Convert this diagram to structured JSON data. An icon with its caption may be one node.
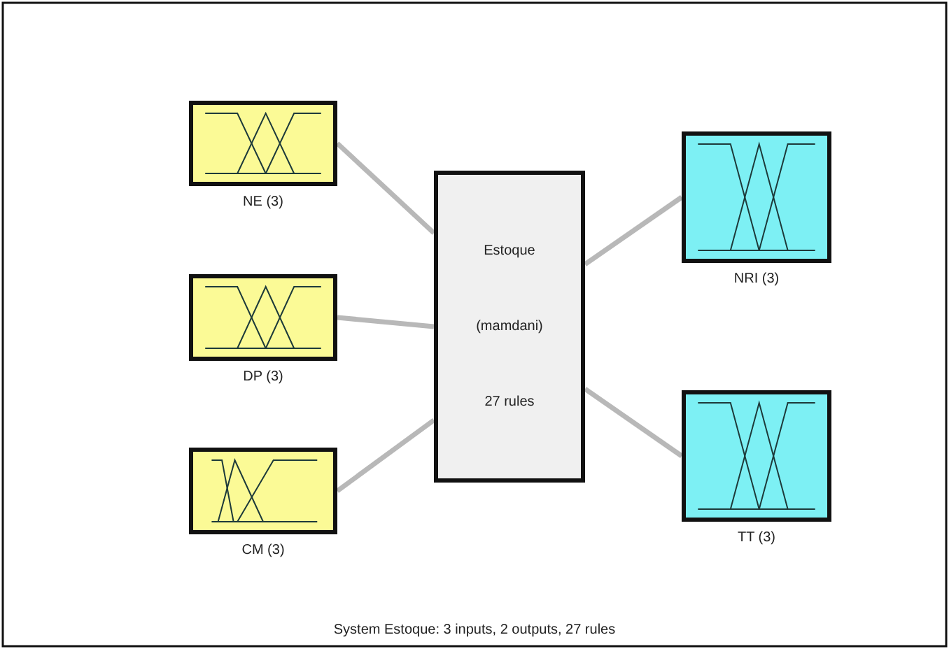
{
  "diagram": {
    "caption": "System Estoque: 3 inputs, 2 outputs, 27 rules",
    "nodes": [
      {
        "text": [
          "NE (3)"
        ]
      },
      {
        "text": [
          "DP (3)"
        ]
      },
      {
        "text": [
          "CM (3)"
        ]
      },
      {
        "text": [
          "Estoque",
          "(mamdani)",
          "27 rules"
        ]
      },
      {
        "text": [
          "NRI (3)"
        ]
      },
      {
        "text": [
          "TT (3)"
        ]
      }
    ],
    "edges": [
      {
        "from": 0,
        "to": 3,
        "arrow": "none"
      },
      {
        "from": 1,
        "to": 3,
        "arrow": "none"
      },
      {
        "from": 2,
        "to": 3,
        "arrow": "none"
      },
      {
        "from": 3,
        "to": 4,
        "arrow": "none"
      },
      {
        "from": 3,
        "to": 5,
        "arrow": "none"
      }
    ]
  }
}
